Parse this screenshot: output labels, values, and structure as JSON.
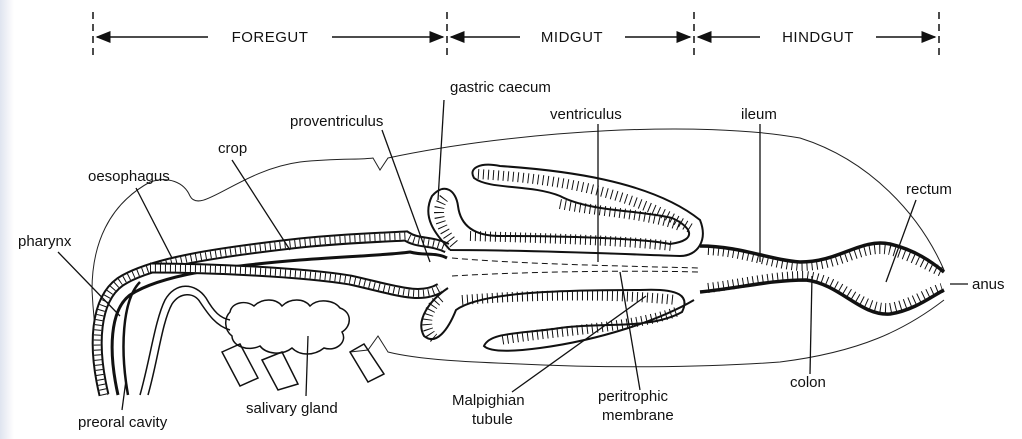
{
  "regions": {
    "foregut": "FOREGUT",
    "midgut": "MIDGUT",
    "hindgut": "HINDGUT"
  },
  "labels": {
    "gastric_caecum": "gastric caecum",
    "proventriculus": "proventriculus",
    "ventriculus": "ventriculus",
    "ileum": "ileum",
    "crop": "crop",
    "oesophagus": "oesophagus",
    "rectum": "rectum",
    "pharynx": "pharynx",
    "anus": "anus",
    "preoral_cavity": "preoral cavity",
    "salivary_gland": "salivary gland",
    "malpighian_tubule_line1": "Malpighian",
    "malpighian_tubule_line2": "tubule",
    "peritrophic_membrane_line1": "peritrophic",
    "peritrophic_membrane_line2": "membrane",
    "colon": "colon"
  },
  "colors": {
    "ink": "#111111",
    "background": "#ffffff",
    "page_edge": "#dfe4ef"
  }
}
